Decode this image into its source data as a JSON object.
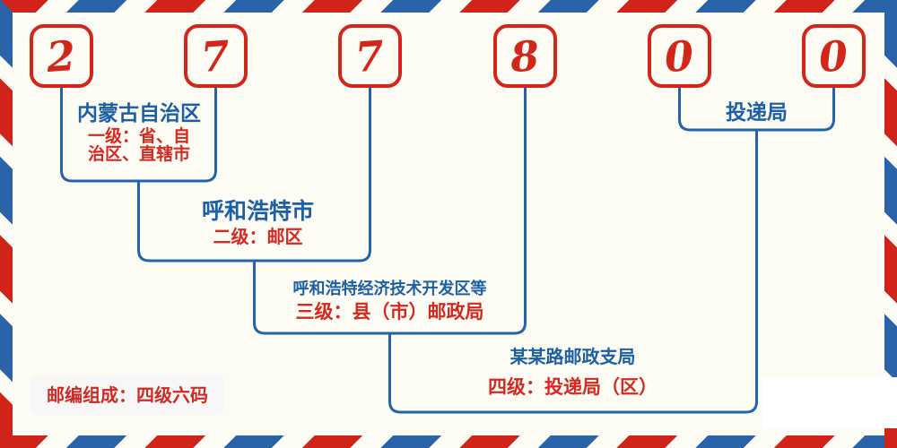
{
  "diagram": {
    "postal_code": {
      "digits": [
        "2",
        "7",
        "7",
        "8",
        "0",
        "0"
      ]
    },
    "levels": [
      {
        "name": "内蒙古自治区",
        "desc_lines": [
          "一级：省、自",
          "治区、直辖市"
        ]
      },
      {
        "name": "呼和浩特市",
        "desc_lines": [
          "二级：邮区"
        ]
      },
      {
        "name": "呼和浩特经济技术开发区等",
        "desc_lines": [
          "三级：县（市）邮政局"
        ]
      },
      {
        "name": "某某路邮政支局",
        "desc_lines": [
          "四级：投递局（区）"
        ]
      }
    ],
    "delivery_office_label": "投递局",
    "footer_badge": "邮编组成：四级六码",
    "colors": {
      "stripe_red": "#d0241a",
      "stripe_blue": "#2a63a7",
      "line_blue": "#2563a8",
      "title_blue": "#1c5fa5",
      "text_red": "#d42820",
      "digit_red": "#d3261a",
      "background": "#fcfcf4",
      "badge_background": "#f7f7f7"
    }
  }
}
